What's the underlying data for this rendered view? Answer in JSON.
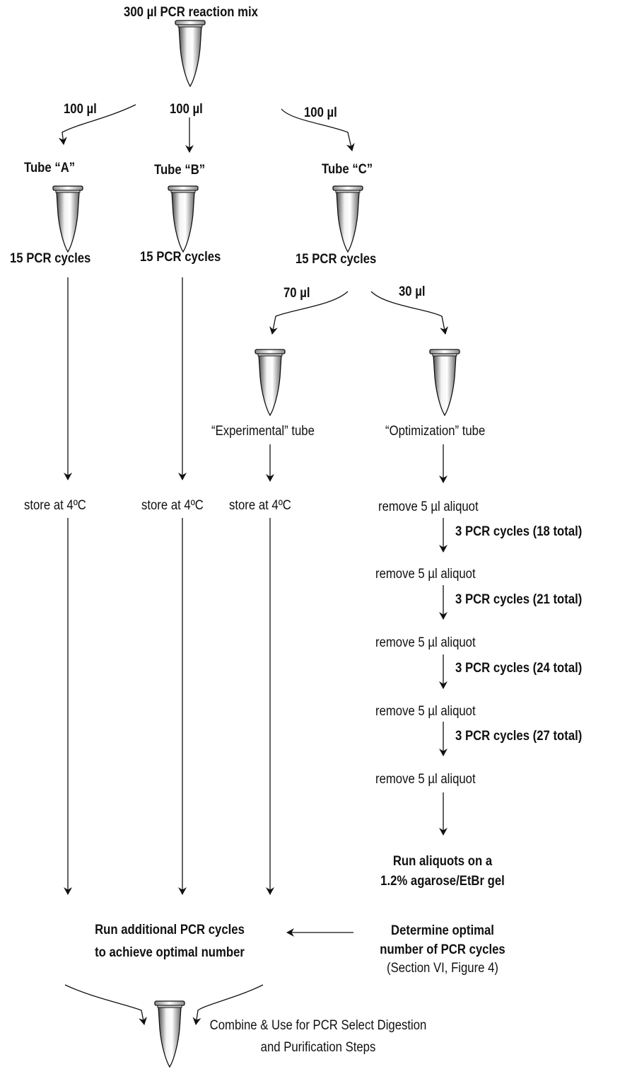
{
  "title": "300 µl PCR reaction mix",
  "splits": {
    "a_volume": "100 µl",
    "b_volume": "100 µl",
    "c_volume": "100 µl"
  },
  "tubes": {
    "a": "Tube “A”",
    "b": "Tube “B”",
    "c": "Tube “C”"
  },
  "cycles": {
    "a": "15 PCR cycles",
    "b": "15 PCR cycles",
    "c": "15 PCR cycles"
  },
  "c_split": {
    "experimental_volume": "70 µl",
    "optimization_volume": "30 µl",
    "experimental_label": "“Experimental” tube",
    "optimization_label": "“Optimization” tube"
  },
  "store": {
    "a": "store at 4ºC",
    "b": "store at 4ºC",
    "experimental": "store at 4ºC"
  },
  "optimization_steps": {
    "aliquot_1": "remove 5 µl aliquot",
    "cycles_1": "3 PCR cycles (18 total)",
    "aliquot_2": "remove 5 µl aliquot",
    "cycles_2": "3 PCR cycles (21 total)",
    "aliquot_3": "remove 5 µl aliquot",
    "cycles_3": "3 PCR cycles (24 total)",
    "aliquot_4": "remove 5 µl aliquot",
    "cycles_4": "3 PCR cycles (27 total)",
    "aliquot_5": "remove 5 µl aliquot"
  },
  "gel": {
    "line1": "Run aliquots on a",
    "line2": "1.2% agarose/EtBr gel"
  },
  "determine": {
    "line1": "Determine optimal",
    "line2": "number of PCR cycles",
    "line3": "(Section VI, Figure 4)"
  },
  "additional": {
    "line1": "Run additional PCR cycles",
    "line2": "to achieve optimal number"
  },
  "final": {
    "line1": "Combine & Use for PCR Select Digestion",
    "line2": "and Purification Steps"
  }
}
